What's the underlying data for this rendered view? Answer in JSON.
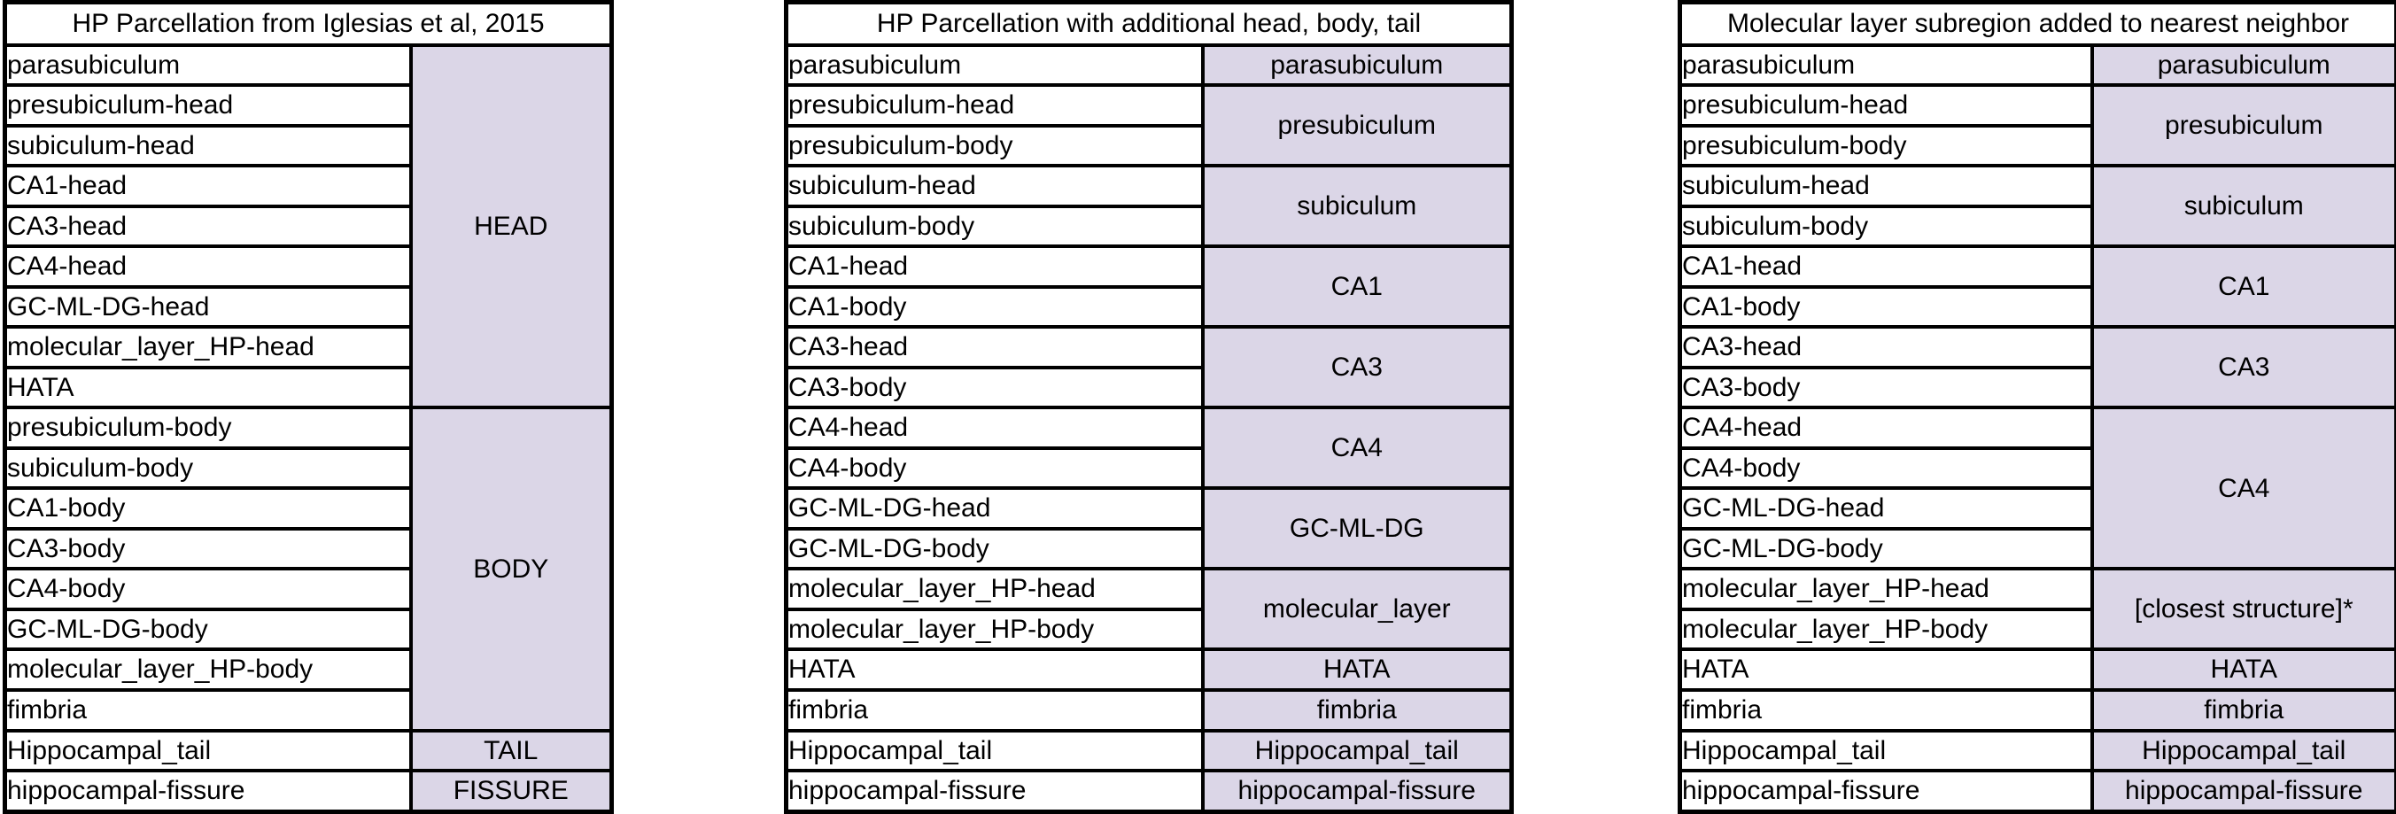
{
  "colors": {
    "group_fill": "#DBD6E7",
    "border": "#000000",
    "text": "#000000",
    "background": "#FFFFFF"
  },
  "tables": [
    {
      "title": "HP Parcellation from Iglesias et al, 2015",
      "left_rows": [
        "parasubiculum",
        "presubiculum-head",
        "subiculum-head",
        "CA1-head",
        "CA3-head",
        "CA4-head",
        "GC-ML-DG-head",
        "molecular_layer_HP-head",
        "HATA",
        "presubiculum-body",
        "subiculum-body",
        "CA1-body",
        "CA3-body",
        "CA4-body",
        "GC-ML-DG-body",
        "molecular_layer_HP-body",
        "fimbria",
        "Hippocampal_tail",
        "hippocampal-fissure"
      ],
      "groups": [
        {
          "label": "HEAD",
          "span": 9
        },
        {
          "label": "BODY",
          "span": 8
        },
        {
          "label": "TAIL",
          "span": 1
        },
        {
          "label": "FISSURE",
          "span": 1
        }
      ]
    },
    {
      "title": "HP Parcellation with additional head, body, tail",
      "left_rows": [
        "parasubiculum",
        "presubiculum-head",
        "presubiculum-body",
        "subiculum-head",
        "subiculum-body",
        "CA1-head",
        "CA1-body",
        "CA3-head",
        "CA3-body",
        "CA4-head",
        "CA4-body",
        "GC-ML-DG-head",
        "GC-ML-DG-body",
        "molecular_layer_HP-head",
        "molecular_layer_HP-body",
        "HATA",
        "fimbria",
        "Hippocampal_tail",
        "hippocampal-fissure"
      ],
      "groups": [
        {
          "label": "parasubiculum",
          "span": 1
        },
        {
          "label": "presubiculum",
          "span": 2
        },
        {
          "label": "subiculum",
          "span": 2
        },
        {
          "label": "CA1",
          "span": 2
        },
        {
          "label": "CA3",
          "span": 2
        },
        {
          "label": "CA4",
          "span": 2
        },
        {
          "label": "GC-ML-DG",
          "span": 2
        },
        {
          "label": "molecular_layer",
          "span": 2
        },
        {
          "label": "HATA",
          "span": 1
        },
        {
          "label": "fimbria",
          "span": 1
        },
        {
          "label": "Hippocampal_tail",
          "span": 1
        },
        {
          "label": "hippocampal-fissure",
          "span": 1
        }
      ]
    },
    {
      "title": "Molecular layer subregion added to nearest neighbor",
      "left_rows": [
        "parasubiculum",
        "presubiculum-head",
        "presubiculum-body",
        "subiculum-head",
        "subiculum-body",
        "CA1-head",
        "CA1-body",
        "CA3-head",
        "CA3-body",
        "CA4-head",
        "CA4-body",
        "GC-ML-DG-head",
        "GC-ML-DG-body",
        "molecular_layer_HP-head",
        "molecular_layer_HP-body",
        "HATA",
        "fimbria",
        "Hippocampal_tail",
        "hippocampal-fissure"
      ],
      "groups": [
        {
          "label": "parasubiculum",
          "span": 1
        },
        {
          "label": "presubiculum",
          "span": 2
        },
        {
          "label": "subiculum",
          "span": 2
        },
        {
          "label": "CA1",
          "span": 2
        },
        {
          "label": "CA3",
          "span": 2
        },
        {
          "label": "CA4",
          "span": 4
        },
        {
          "label": "[closest structure]*",
          "span": 2
        },
        {
          "label": "HATA",
          "span": 1
        },
        {
          "label": "fimbria",
          "span": 1
        },
        {
          "label": "Hippocampal_tail",
          "span": 1
        },
        {
          "label": "hippocampal-fissure",
          "span": 1
        }
      ]
    }
  ]
}
